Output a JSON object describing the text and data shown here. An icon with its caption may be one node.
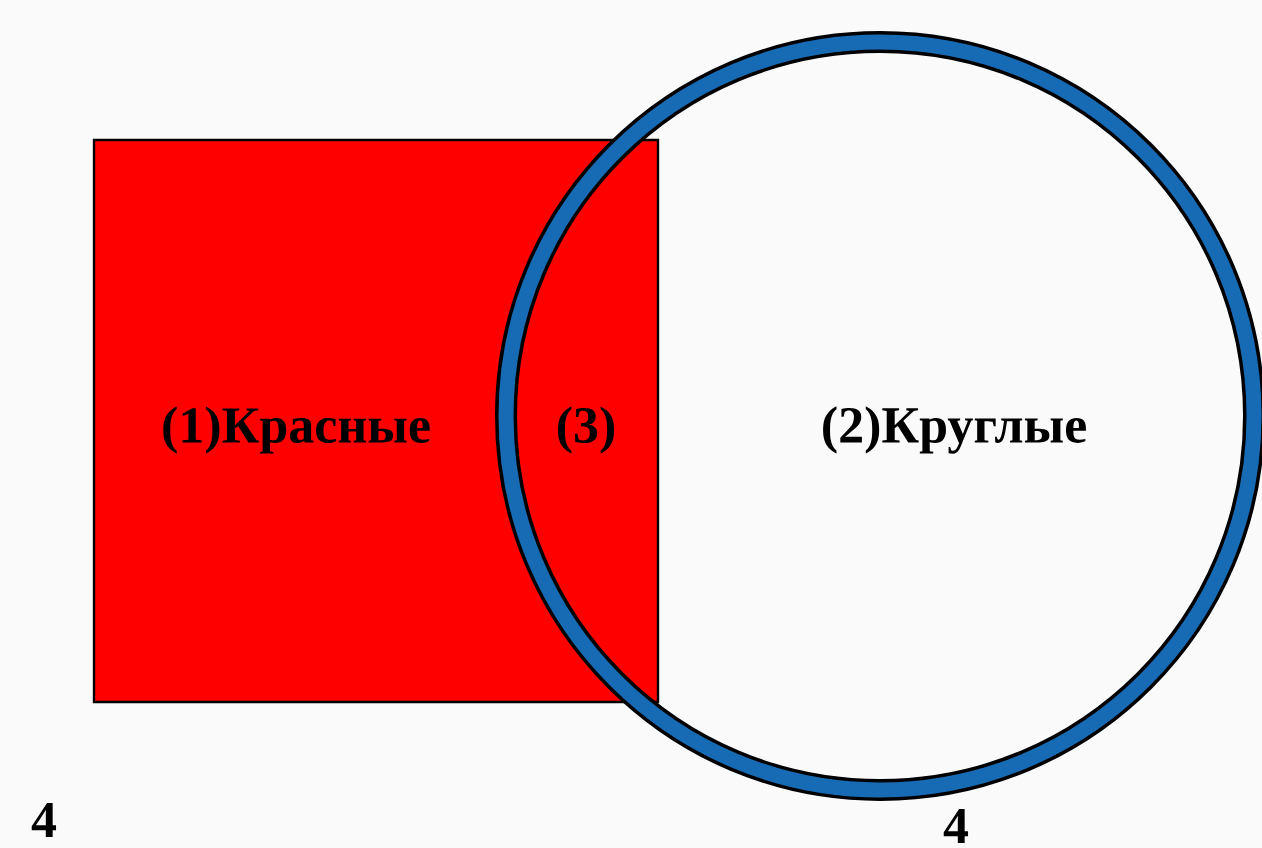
{
  "diagram": {
    "nodes": [
      {
        "text": [
          "(1)Красные"
        ]
      },
      {
        "text": [
          "(2)Круглые"
        ]
      }
    ],
    "labels": [
      "(3)",
      "4",
      "4"
    ]
  }
}
